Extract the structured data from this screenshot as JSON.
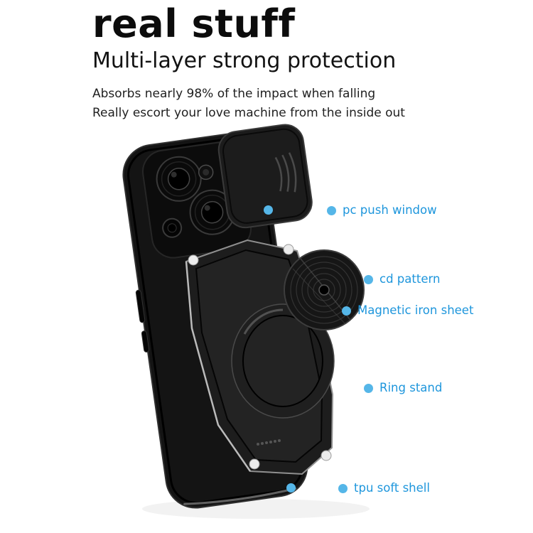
{
  "colors": {
    "accent_blue": "#1e96dc",
    "dot_blue": "#55b6e8",
    "heading": "#0c0c0c",
    "body_text": "#1f1f1f",
    "background": "#ffffff"
  },
  "header": {
    "title": "real stuff",
    "subtitle": "Multi-layer strong protection",
    "description": [
      "Absorbs nearly 98% of the impact when falling",
      "Really escort your love machine from the inside out"
    ]
  },
  "callouts": [
    {
      "label": "pc push window"
    },
    {
      "label": "cd pattern"
    },
    {
      "label": "Magnetic iron sheet"
    },
    {
      "label": "Ring stand"
    },
    {
      "label": "tpu soft shell"
    }
  ]
}
